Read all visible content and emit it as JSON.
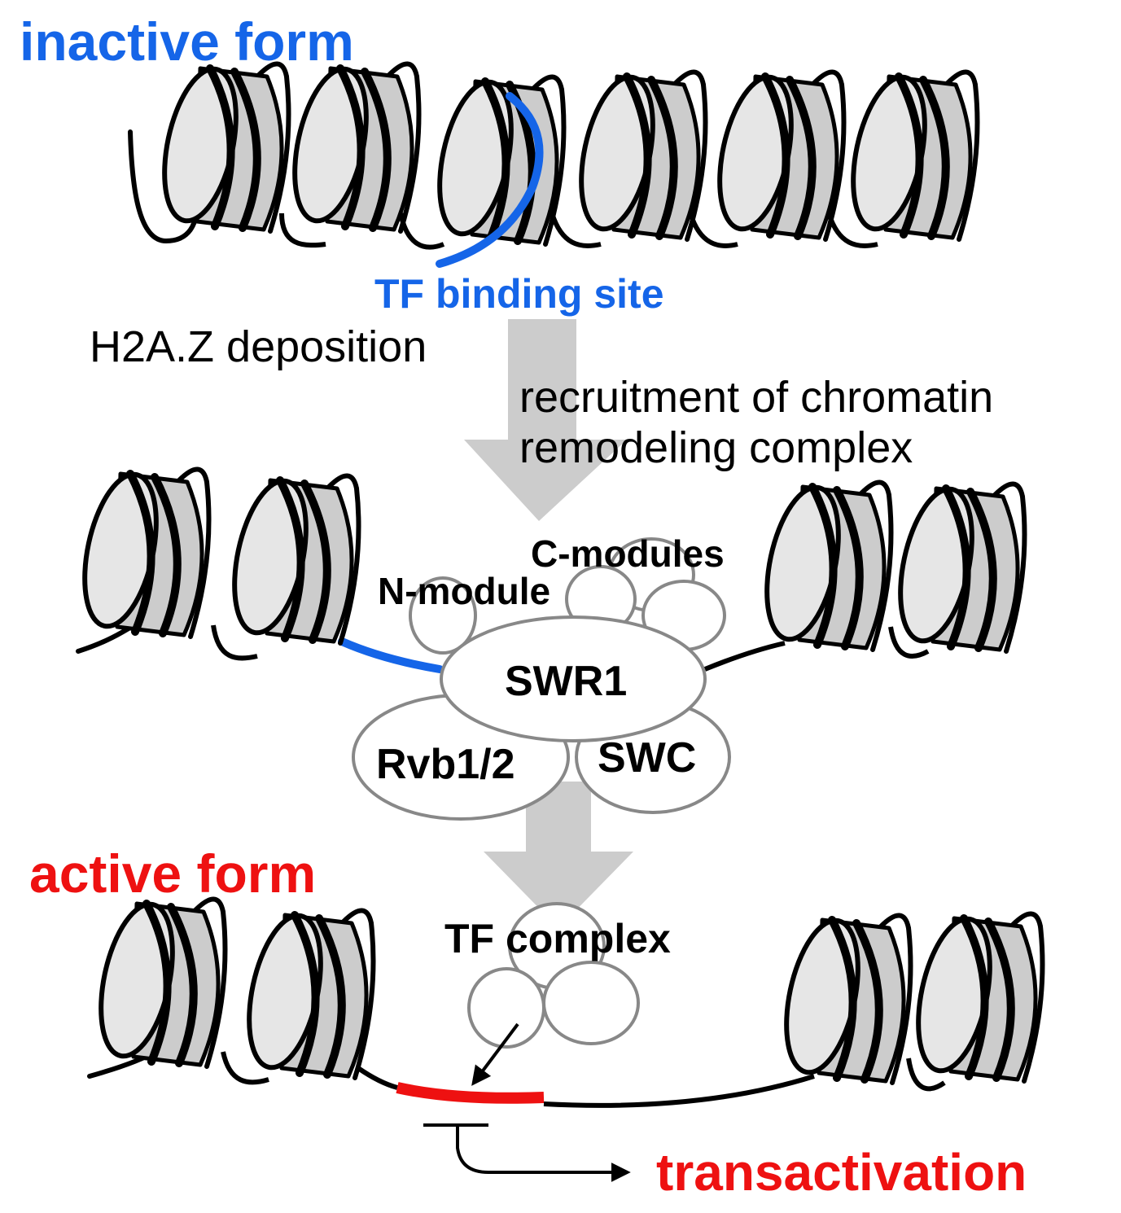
{
  "titles": {
    "inactive": "inactive form",
    "active": "active form"
  },
  "labels": {
    "tf_binding_site": "TF binding site",
    "h2az_deposition": "H2A.Z deposition",
    "recruitment_line1": "recruitment  of chromatin",
    "recruitment_line2": "remodeling  complex",
    "c_modules": "C-modules",
    "n_module": "N-module",
    "swr1": "SWR1",
    "rvb": "Rvb1/2",
    "swc": "SWC",
    "tf_complex": "TF complex",
    "transactivation": "transactivation"
  },
  "colors": {
    "inactive_title": "#1565e8",
    "binding_site": "#1565e8",
    "active_title": "#ee1111",
    "active_site": "#ee1111",
    "nucleosome_face": "#e6e6e6",
    "nucleosome_body": "#cccccc",
    "complex_outline": "#888888",
    "process_arrow": "#cccccc"
  },
  "icons": [
    "nucleosome-icon",
    "process-arrow-icon",
    "tf-arrow-icon",
    "promoter-arrow-icon"
  ]
}
